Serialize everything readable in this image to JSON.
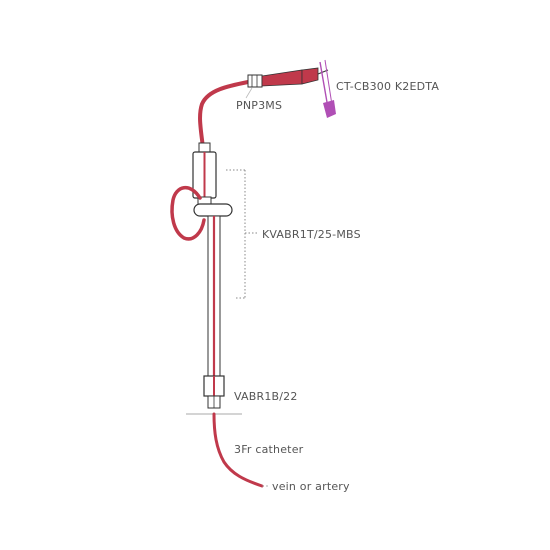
{
  "labels": {
    "ct_cb": "CT-CB300 K2EDTA",
    "pnp": "PNP3MS",
    "kvabr": "KVABR1T/25-MBS",
    "vabr": "VABR1B/22",
    "catheter": "3Fr catheter",
    "vessel": "vein or artery"
  },
  "colors": {
    "line": "#c0394b",
    "outline": "#333333",
    "collector": "#b04fb5",
    "bracket": "#888888"
  }
}
